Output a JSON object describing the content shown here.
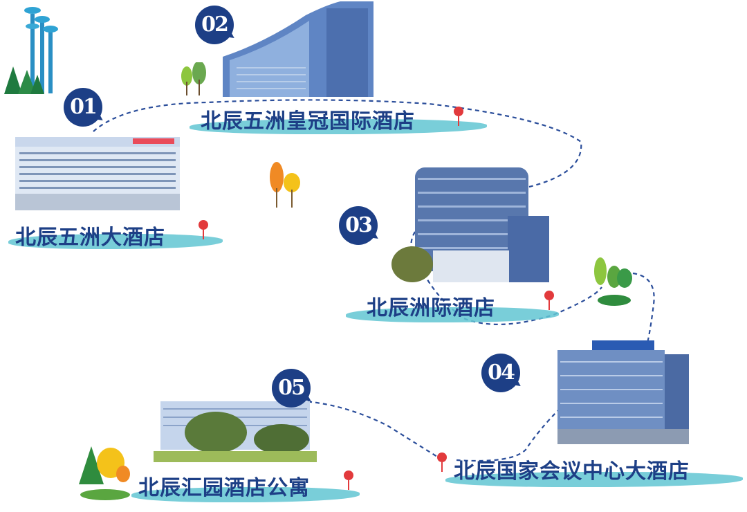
{
  "hotels": [
    {
      "num": "01",
      "name": "北辰五洲大酒店"
    },
    {
      "num": "02",
      "name": "北辰五洲皇冠国际酒店"
    },
    {
      "num": "03",
      "name": "北辰洲际酒店"
    },
    {
      "num": "04",
      "name": "北辰国家会议中心大酒店"
    },
    {
      "num": "05",
      "name": "北辰汇园酒店公寓"
    }
  ],
  "colors": {
    "accent": "#1d3f86",
    "brush": "#62c6d2",
    "pin": "#e23a3c",
    "path": "#2a4d9a"
  },
  "icons": [
    "map-pin-icon",
    "tree-icon",
    "tower-icon"
  ]
}
